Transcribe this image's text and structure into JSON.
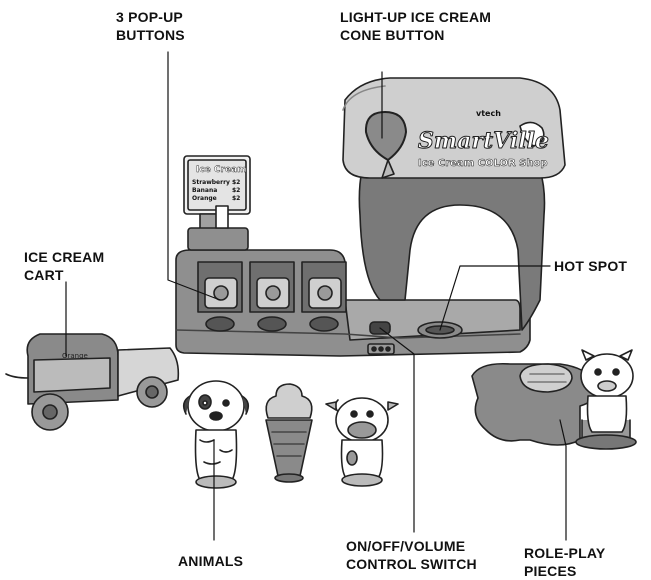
{
  "labels": {
    "popup_buttons": [
      "3 POP-UP",
      "BUTTONS"
    ],
    "cone_button": [
      "LIGHT-UP ICE CREAM",
      "CONE BUTTON"
    ],
    "ice_cream_cart": [
      "ICE CREAM",
      "CART"
    ],
    "hot_spot": [
      "HOT SPOT"
    ],
    "animals": [
      "ANIMALS"
    ],
    "switch": [
      "ON/OFF/VOLUME",
      "CONTROL SWITCH"
    ],
    "role_play": [
      "ROLE-PLAY",
      "PIECES"
    ]
  },
  "menu_board": {
    "title": "Ice Cream",
    "items": [
      {
        "name": "Strawberry",
        "price": "$2"
      },
      {
        "name": "Banana",
        "price": "$2"
      },
      {
        "name": "Orange",
        "price": "$2"
      }
    ]
  },
  "sign": {
    "brand": "vtech",
    "line1": "SmartVille",
    "line2": "Ice Cream COLOR Shop"
  },
  "cart_text": "Orange",
  "colors": {
    "body": "#8f8f8f",
    "dark": "#6a6a6a",
    "light": "#d2d2d2",
    "outline": "#222222"
  }
}
